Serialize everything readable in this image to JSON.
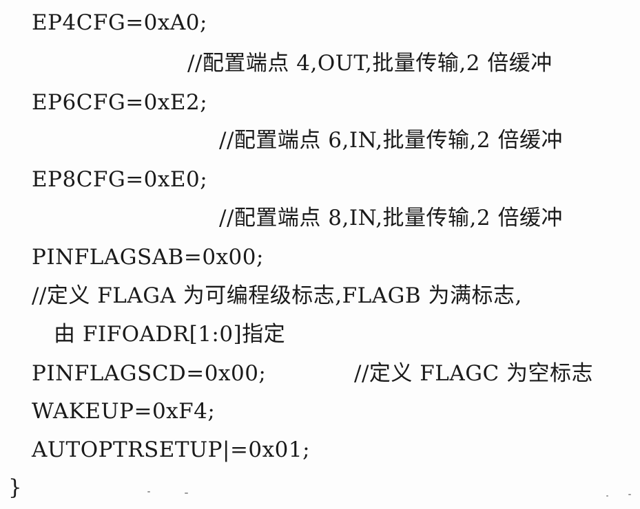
{
  "code": {
    "lines": [
      "EP4CFG=0xA0;",
      "//配置端点 4,OUT,批量传输,2 倍缓冲",
      "EP6CFG=0xE2;",
      "//配置端点 6,IN,批量传输,2 倍缓冲",
      "EP8CFG=0xE0;",
      "//配置端点 8,IN,批量传输,2 倍缓冲",
      "PINFLAGSAB=0x00;",
      "//定义 FLAGA 为可编程级标志,FLAGB 为满标志,",
      "由 FIFOADR[1:0]指定",
      "PINFLAGSCD=0x00;",
      "//定义 FLAGC 为空标志",
      "WAKEUP=0xF4;",
      "AUTOPTRSETUP|=0x01;",
      "}"
    ]
  }
}
